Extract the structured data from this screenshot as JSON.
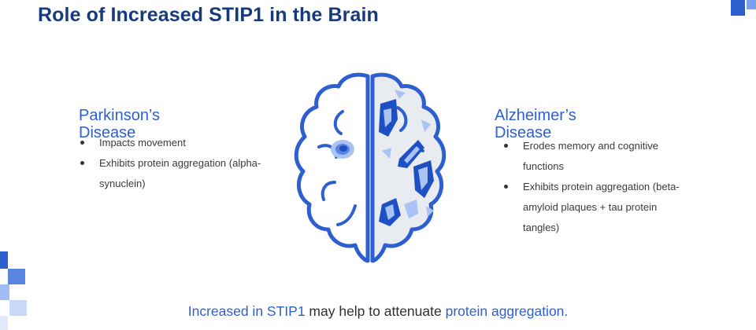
{
  "slide": {
    "title": "Role of Increased STIP1 in the Brain"
  },
  "left": {
    "title_line1": "Parkinson’s",
    "title_line2": "Disease",
    "bullets": [
      "Impacts movement",
      "Exhibits protein aggregation (alpha-synuclein)"
    ]
  },
  "right": {
    "title_line1": "Alzheimer’s",
    "title_line2": "Disease",
    "bullets": [
      "Erodes memory and cognitive functions",
      "Exhibits protein aggregation (beta-amyloid plaques + tau protein tangles)"
    ]
  },
  "footer": {
    "part1": "Increased in STIP1",
    "part2": " may help to attenuate ",
    "part3": "protein aggregation."
  },
  "colors": {
    "title": "#173a7a",
    "accent": "#2d5fd0",
    "brain_outline": "#2d5fd0",
    "brain_fill_right": "#e8ebef",
    "plaque_dark": "#1f4fc4",
    "plaque_light": "#a9c3f4"
  },
  "icons": [
    "brain-icon"
  ]
}
